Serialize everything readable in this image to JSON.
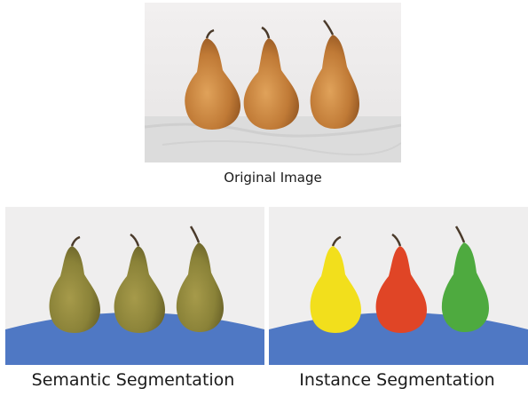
{
  "captions": {
    "original": "Original Image",
    "semantic": "Semantic Segmentation",
    "instance": "Instance Segmentation"
  },
  "colors": {
    "background_sky": "#eeecec",
    "table_surface": "#dcdcdc",
    "pear_natural": "#c07a36",
    "semantic_pear": "#8a8238",
    "segmentation_table": "#4f78c4",
    "instance_pear_1": "#f2df1c",
    "instance_pear_2": "#e04526",
    "instance_pear_3": "#4eaa3f"
  },
  "objects": [
    "pear",
    "pear",
    "pear",
    "table"
  ]
}
